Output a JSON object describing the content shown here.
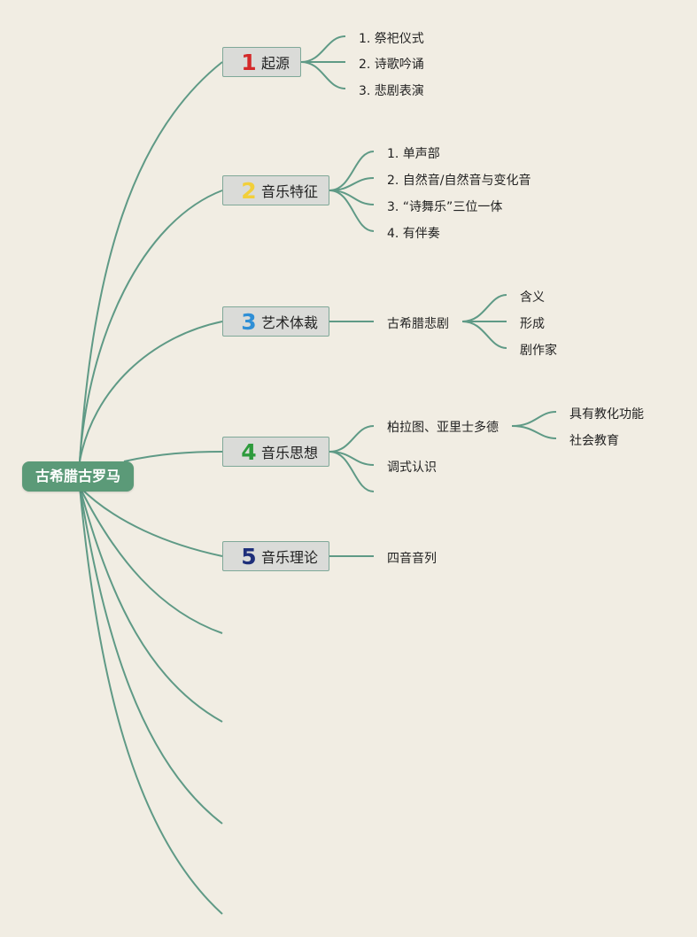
{
  "root": {
    "label": "古希腊古罗马"
  },
  "branches": [
    {
      "number": "1",
      "number_color": "#d42a2a",
      "label": "起源",
      "children": [
        {
          "label": "1. 祭祀仪式"
        },
        {
          "label": "2. 诗歌吟诵"
        },
        {
          "label": "3. 悲剧表演"
        }
      ]
    },
    {
      "number": "2",
      "number_color": "#f2cf3a",
      "label": "音乐特征",
      "children": [
        {
          "label": "1. 单声部"
        },
        {
          "label": "2. 自然音/自然音与变化音"
        },
        {
          "label": "3. “诗舞乐”三位一体"
        },
        {
          "label": "4. 有伴奏"
        }
      ]
    },
    {
      "number": "3",
      "number_color": "#2f8fd6",
      "label": "艺术体裁",
      "children": [
        {
          "label": "古希腊悲剧",
          "children": [
            {
              "label": "含义"
            },
            {
              "label": "形成"
            },
            {
              "label": "剧作家"
            }
          ]
        }
      ]
    },
    {
      "number": "4",
      "number_color": "#2e9b3c",
      "label": "音乐思想",
      "children": [
        {
          "label": "柏拉图、亚里士多德",
          "children": [
            {
              "label": "具有教化功能"
            },
            {
              "label": "社会教育"
            }
          ]
        },
        {
          "label": "调式认识"
        },
        {
          "label": ""
        }
      ]
    },
    {
      "number": "5",
      "number_color": "#1e2f7a",
      "label": "音乐理论",
      "children": [
        {
          "label": "四音音列"
        }
      ]
    }
  ],
  "colors": {
    "line": "#5f9a86",
    "root_bg": "#5b9a78",
    "background": "#f1ede3"
  }
}
